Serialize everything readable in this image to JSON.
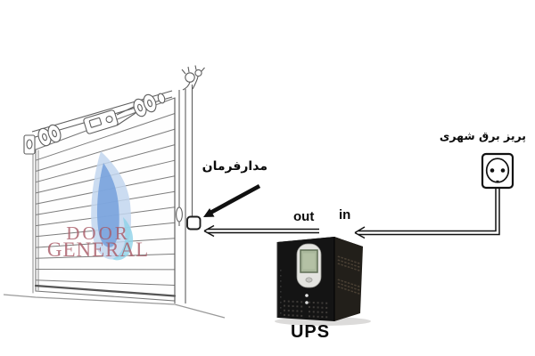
{
  "labels": {
    "control_circuit": "مدارفرمان",
    "city_power_outlet": "پریز برق شهری",
    "wire_out": "out",
    "wire_in": "in",
    "ups": "UPS"
  },
  "watermark": {
    "line1": "DOOR",
    "line2": "GENERAL"
  },
  "colors": {
    "watermark_text": "#a85864",
    "flame_light_blue": "#c2d6ee",
    "flame_mid_blue": "#6f9cdb",
    "flame_cyan": "#8ed2e8",
    "ups_body": "#141414",
    "ups_lcd_green": "#a9b79b",
    "wire_black": "#111111",
    "door_line_gray": "#777777"
  }
}
